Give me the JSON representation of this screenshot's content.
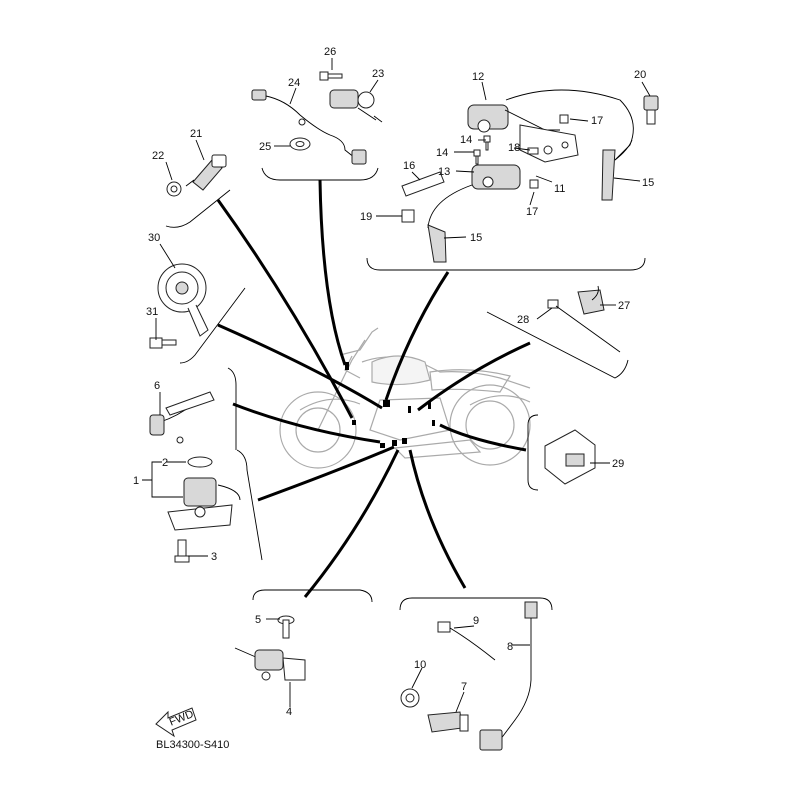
{
  "diagram": {
    "code": "BL34300-S410",
    "fwd_label": "FWD",
    "callouts": {
      "p1": "1",
      "p2": "2",
      "p3": "3",
      "p4": "4",
      "p5": "5",
      "p6": "6",
      "p7": "7",
      "p8": "8",
      "p9": "9",
      "p10": "10",
      "p11": "11",
      "p12": "12",
      "p13": "13",
      "p14a": "14",
      "p14b": "14",
      "p15a": "15",
      "p15b": "15",
      "p16": "16",
      "p17a": "17",
      "p17b": "17",
      "p18": "18",
      "p19": "19",
      "p20": "20",
      "p21": "21",
      "p22": "22",
      "p23": "23",
      "p24": "24",
      "p25": "25",
      "p26": "26",
      "p27": "27",
      "p28": "28",
      "p29": "29",
      "p30": "30",
      "p31": "31"
    }
  }
}
